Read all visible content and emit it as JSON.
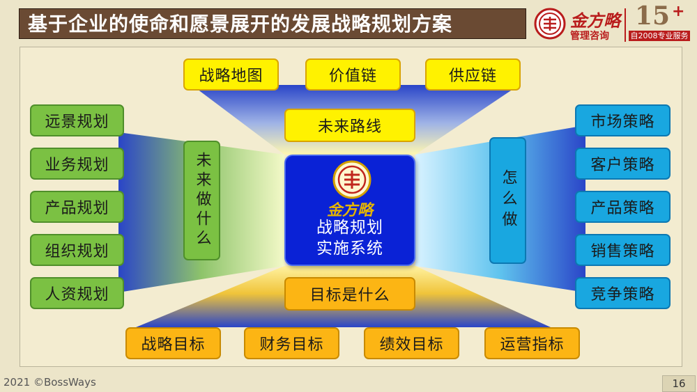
{
  "title": "基于企业的使命和愿景展开的发展战略规划方案",
  "logo": {
    "brand": "金方略",
    "subtitle": "管理咨询",
    "years": "15",
    "plus": "+",
    "since": "自2008专业服务"
  },
  "top_boxes": [
    "战略地图",
    "价值链",
    "供应链"
  ],
  "future_route": "未来路线",
  "left_boxes": [
    "远景规划",
    "业务规划",
    "产品规划",
    "组织规划",
    "人资规划"
  ],
  "left_vertical": "未来做什么",
  "right_boxes": [
    "市场策略",
    "客户策略",
    "产品策略",
    "销售策略",
    "竞争策略"
  ],
  "right_vertical": "怎么做",
  "center": {
    "brand": "金方略",
    "line1": "战略规划",
    "line2": "实施系统"
  },
  "goal_box": "目标是什么",
  "bottom_boxes": [
    "战略目标",
    "财务目标",
    "绩效目标",
    "运营指标"
  ],
  "footer": "2021 ©BossWays",
  "page_number": "16",
  "colors": {
    "title_bg": "#6a4a33",
    "yellow": "#fff200",
    "green": "#7bc143",
    "cyan": "#19a7e0",
    "orange": "#fcb514",
    "center": "#0a22d6"
  }
}
